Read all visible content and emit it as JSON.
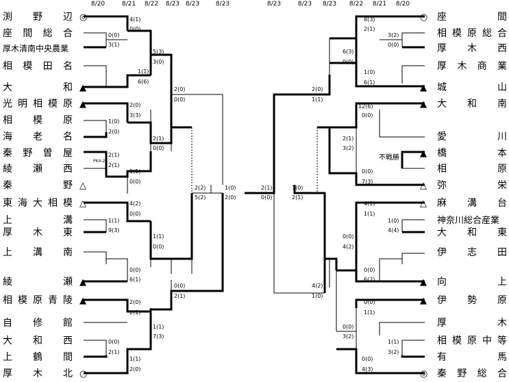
{
  "dates_left": [
    "8/20",
    "8/21",
    "8/22",
    "8/23",
    "8/23",
    "8/23"
  ],
  "dates_right": [
    "8/23",
    "8/23",
    "8/23",
    "8/22",
    "8/21",
    "8/20"
  ],
  "teams_left": [
    {
      "name": "渕野辺",
      "mark": "◎"
    },
    {
      "name": "座間総合",
      "mark": ""
    },
    {
      "name": "厚木清南中央農業",
      "mark": ""
    },
    {
      "name": "相模田名",
      "mark": ""
    },
    {
      "name": "大和",
      "mark": "▲"
    },
    {
      "name": "光明相模原",
      "mark": "▲"
    },
    {
      "name": "相模原",
      "mark": ""
    },
    {
      "name": "海老名",
      "mark": ""
    },
    {
      "name": "秦野曽屋",
      "mark": ""
    },
    {
      "name": "綾瀬西",
      "mark": ""
    },
    {
      "name": "秦野",
      "mark": "△"
    },
    {
      "name": "東海大相模",
      "mark": "△"
    },
    {
      "name": "上溝",
      "mark": ""
    },
    {
      "name": "厚木東",
      "mark": ""
    },
    {
      "name": "上溝南",
      "mark": ""
    },
    {
      "name": "",
      "mark": ""
    },
    {
      "name": "綾瀬",
      "mark": "▲"
    },
    {
      "name": "相模原青陵",
      "mark": "▲"
    },
    {
      "name": "自修館",
      "mark": ""
    },
    {
      "name": "大和西",
      "mark": ""
    },
    {
      "name": "上鶴間",
      "mark": ""
    },
    {
      "name": "厚木北",
      "mark": "○"
    }
  ],
  "teams_right": [
    {
      "name": "座間",
      "mark": "○"
    },
    {
      "name": "相模原総合",
      "mark": ""
    },
    {
      "name": "厚木西",
      "mark": ""
    },
    {
      "name": "厚木商業",
      "mark": ""
    },
    {
      "name": "城山",
      "mark": "▲"
    },
    {
      "name": "大和南",
      "mark": "▲"
    },
    {
      "name": "",
      "mark": ""
    },
    {
      "name": "愛川",
      "mark": ""
    },
    {
      "name": "橋本",
      "mark": "▲"
    },
    {
      "name": "相原",
      "mark": ""
    },
    {
      "name": "弥栄",
      "mark": "△"
    },
    {
      "name": "麻溝台",
      "mark": "△"
    },
    {
      "name": "神奈川総合産業",
      "mark": ""
    },
    {
      "name": "大和東",
      "mark": ""
    },
    {
      "name": "伊志田",
      "mark": ""
    },
    {
      "name": "",
      "mark": ""
    },
    {
      "name": "向上",
      "mark": "▲"
    },
    {
      "name": "伊勢原",
      "mark": "▲"
    },
    {
      "name": "",
      "mark": ""
    },
    {
      "name": "厚木",
      "mark": ""
    },
    {
      "name": "相模原中等",
      "mark": ""
    },
    {
      "name": "有馬",
      "mark": ""
    },
    {
      "name": "秦野総合",
      "mark": "◎"
    }
  ],
  "notes": {
    "pk": "PK4-2",
    "forfeit": "不戦勝"
  },
  "scores_left": [
    "4(1)",
    "0(0)",
    "0(0)",
    "3(1)",
    "5(3)",
    "3(0)",
    "1(1)",
    "6(6)",
    "2(0)",
    "0(0)",
    "2(0)",
    "3(3)",
    "1(0)",
    "2(0)",
    "2(1)",
    "0(0)",
    "2(1)",
    "2(1)",
    "1(1)",
    "0(0)",
    "2(2)",
    "5(2)",
    "1(0)",
    "2(0)",
    "4(2)",
    "0(0)",
    "1(1)",
    "9(3)",
    "1(1)",
    "0(0)",
    "0(0)",
    "6(1)",
    "0(0)",
    "2(1)",
    "2(0)",
    "2(1)",
    "1(1)",
    "7(3)",
    "0(0)",
    "2(1)",
    "1(1)",
    "2(0)"
  ],
  "scores_right": [
    "8(3)",
    "2(1)",
    "3(2)",
    "0(0)",
    "6(3)",
    "0(0)",
    "1(0)",
    "6(1)",
    "2(0)",
    "1(1)",
    "12(6)",
    "0(0)",
    "2(1)",
    "3(2)",
    "0(0)",
    "7(3)",
    "2(1)",
    "0(0)",
    "1(0)",
    "2(1)",
    "4(1)",
    "1(1)",
    "1(0)",
    "4(4)",
    "0(0)",
    "4(2)",
    "0(0)",
    "6(2)",
    "4(2)",
    "1(0)",
    "0(0)",
    "1(1)",
    "0(0)",
    "3(2)",
    "1(1)",
    "3(2)",
    "0(0)",
    "4(3)"
  ]
}
